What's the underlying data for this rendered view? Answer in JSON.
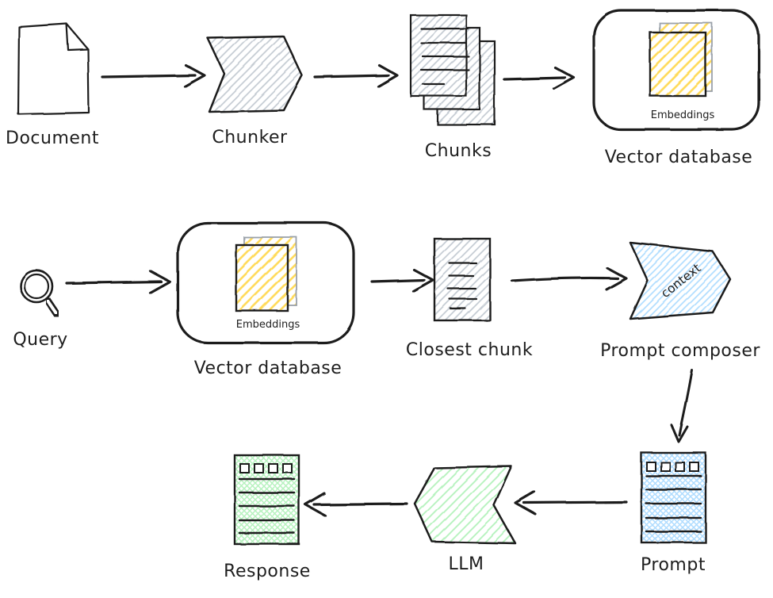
{
  "diagram": {
    "style": "hand-drawn flowchart",
    "background": "#ffffff",
    "nodes": {
      "document": {
        "label": "Document",
        "shape": "page-with-folded-corner"
      },
      "chunker": {
        "label": "Chunker",
        "shape": "chevron-right",
        "fill": "#c3cad2",
        "fill_style": "hachure"
      },
      "chunks": {
        "label": "Chunks",
        "shape": "stacked-pages",
        "fill": "#c3cad2",
        "fill_style": "hachure"
      },
      "vector_db_top": {
        "label": "Vector database",
        "inner_label": "Embeddings",
        "shape": "rounded-box",
        "fill": "#ffd43b",
        "fill_style": "hachure"
      },
      "query": {
        "label": "Query",
        "shape": "magnifying-glass"
      },
      "vector_db_mid": {
        "label": "Vector database",
        "inner_label": "Embeddings",
        "shape": "rounded-box",
        "fill": "#ffd43b",
        "fill_style": "hachure"
      },
      "closest_chunk": {
        "label": "Closest chunk",
        "shape": "page",
        "fill": "#c3cad2",
        "fill_style": "hachure"
      },
      "prompt_composer": {
        "label": "Prompt composer",
        "inner_label": "context",
        "shape": "chevron-right",
        "fill": "#a5d8ff",
        "fill_style": "hachure"
      },
      "prompt": {
        "label": "Prompt",
        "shape": "form-page",
        "fill": "#a5d8ff",
        "fill_style": "cross-hatch"
      },
      "llm": {
        "label": "LLM",
        "shape": "chevron-left",
        "fill": "#b2f2bb",
        "fill_style": "hachure"
      },
      "response": {
        "label": "Response",
        "shape": "form-page",
        "fill": "#b2f2bb",
        "fill_style": "cross-hatch"
      }
    },
    "edges": [
      {
        "from": "document",
        "to": "chunker"
      },
      {
        "from": "chunker",
        "to": "chunks"
      },
      {
        "from": "chunks",
        "to": "vector_db_top"
      },
      {
        "from": "query",
        "to": "vector_db_mid"
      },
      {
        "from": "vector_db_mid",
        "to": "closest_chunk"
      },
      {
        "from": "closest_chunk",
        "to": "prompt_composer"
      },
      {
        "from": "prompt_composer",
        "to": "prompt"
      },
      {
        "from": "prompt",
        "to": "llm"
      },
      {
        "from": "llm",
        "to": "response"
      }
    ],
    "colors": {
      "stroke": "#1e1e1e",
      "gray": "#c3cad2",
      "yellow": "#ffd43b",
      "blue": "#a5d8ff",
      "green": "#b2f2bb",
      "background": "#ffffff"
    }
  }
}
